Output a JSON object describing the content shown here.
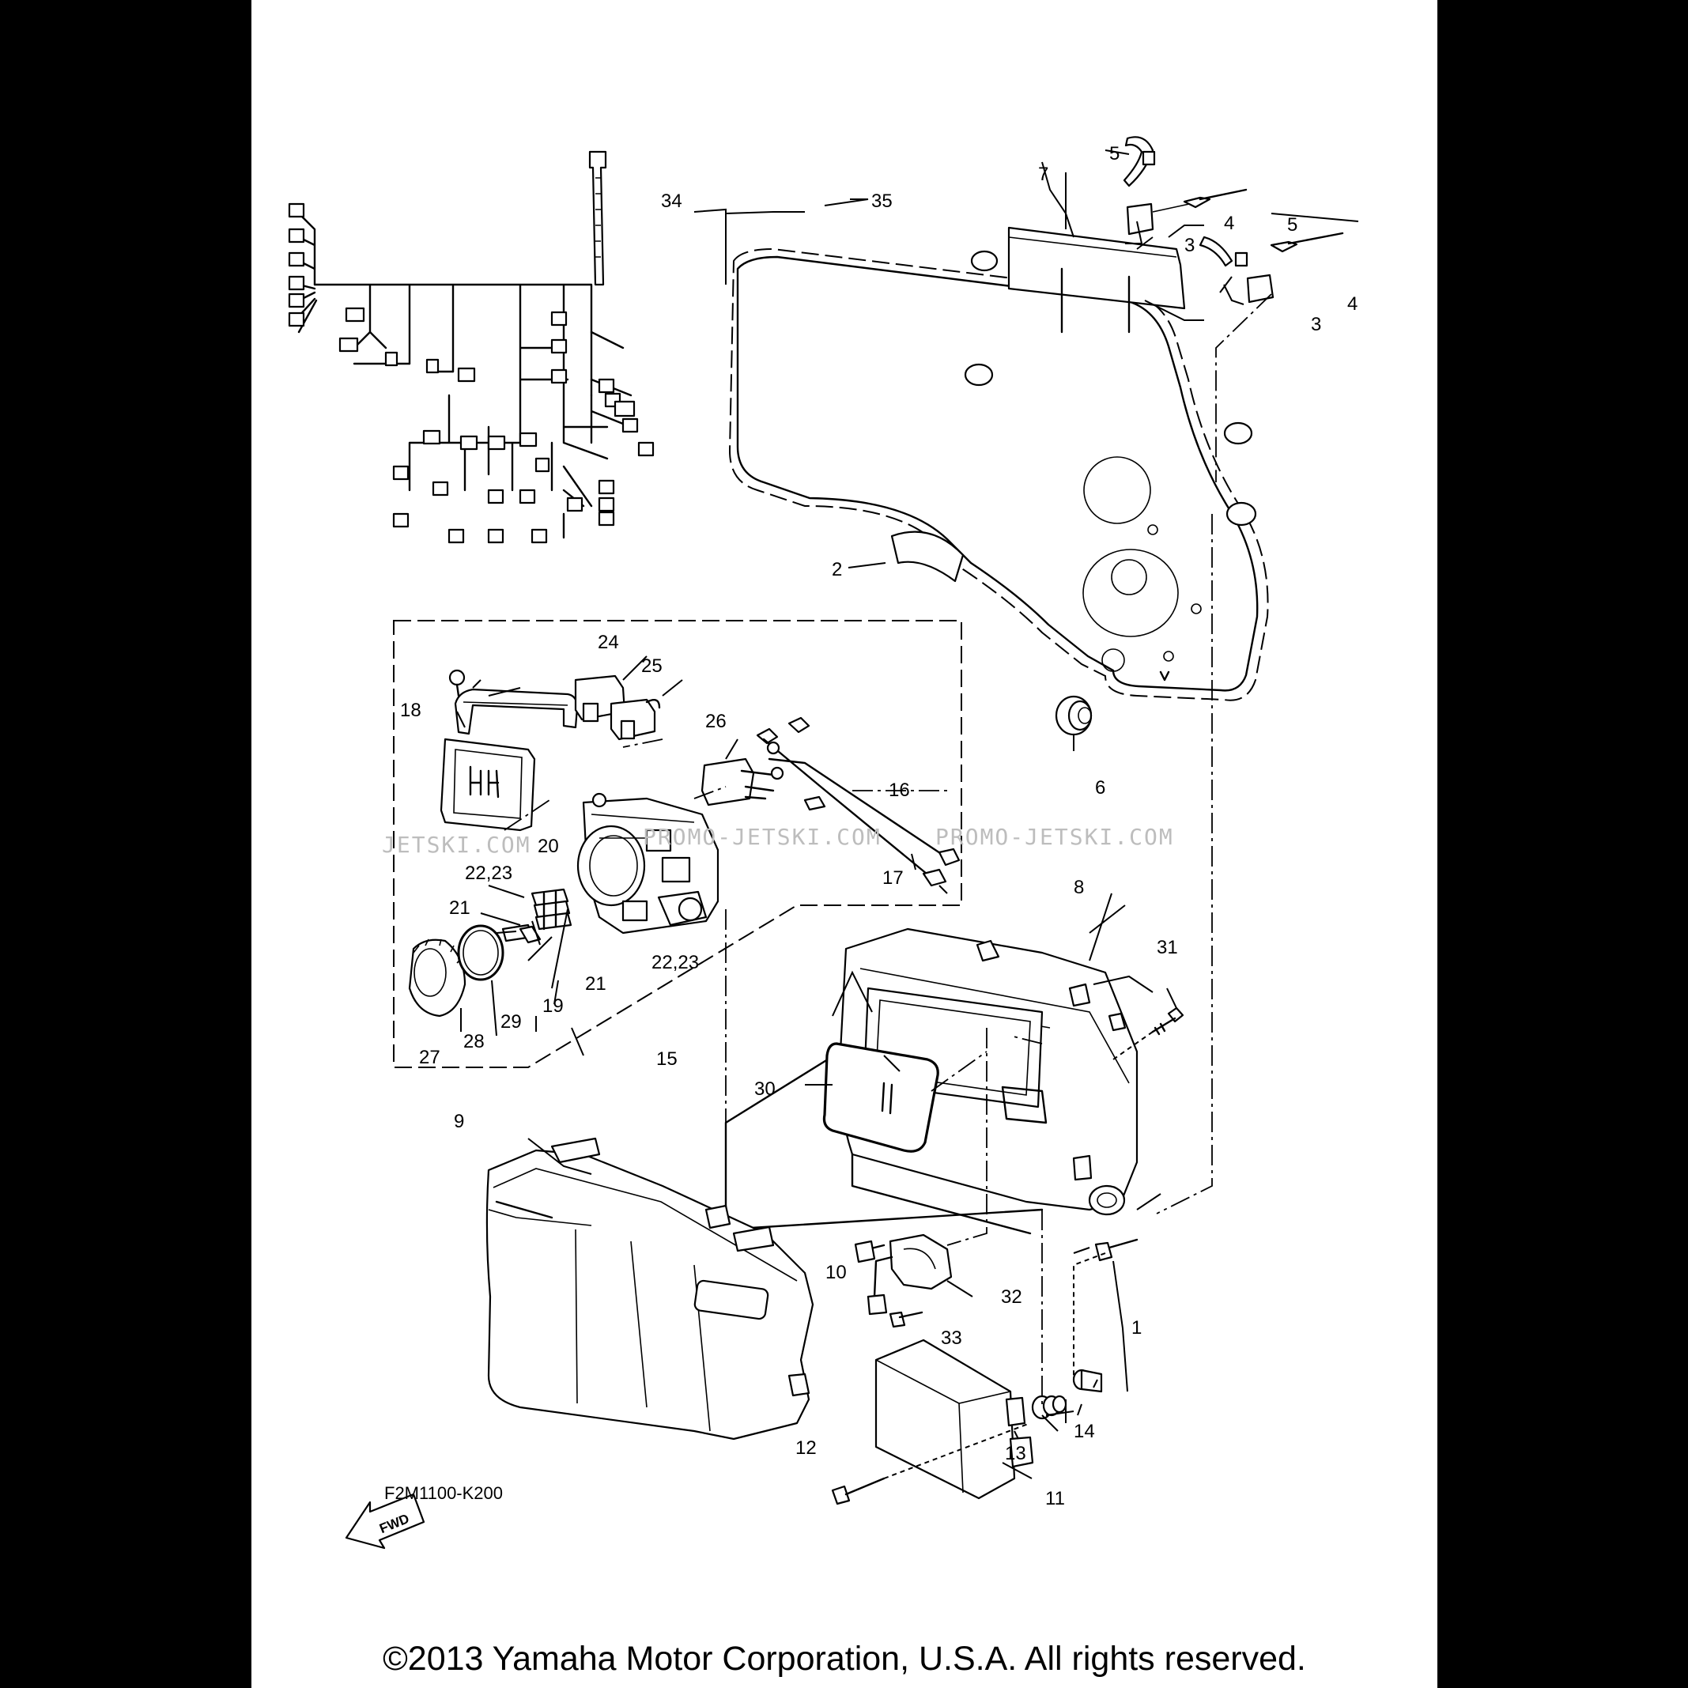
{
  "diagram_code": "F2M1100-K200",
  "copyright": "©2013 Yamaha Motor Corporation, U.S.A. All rights reserved.",
  "fwd_label": "FWD",
  "watermark": "PROMO-JETSKI.COM",
  "watermark_left": "JETSKI.COM",
  "callouts": {
    "c1": "1",
    "c2": "2",
    "c3a": "3",
    "c3b": "3",
    "c4a": "4",
    "c4b": "4",
    "c5a": "5",
    "c5b": "5",
    "c6": "6",
    "c7": "7",
    "c8": "8",
    "c9": "9",
    "c10": "10",
    "c11": "11",
    "c12": "12",
    "c13": "13",
    "c14": "14",
    "c15": "15",
    "c16": "16",
    "c17": "17",
    "c18": "18",
    "c19": "19",
    "c20": "20",
    "c21a": "21",
    "c21b": "21",
    "c2223a": "22,23",
    "c2223b": "22,23",
    "c24": "24",
    "c25": "25",
    "c26": "26",
    "c27": "27",
    "c28": "28",
    "c29": "29",
    "c30": "30",
    "c31": "31",
    "c32": "32",
    "c33": "33",
    "c34": "34",
    "c35": "35"
  }
}
